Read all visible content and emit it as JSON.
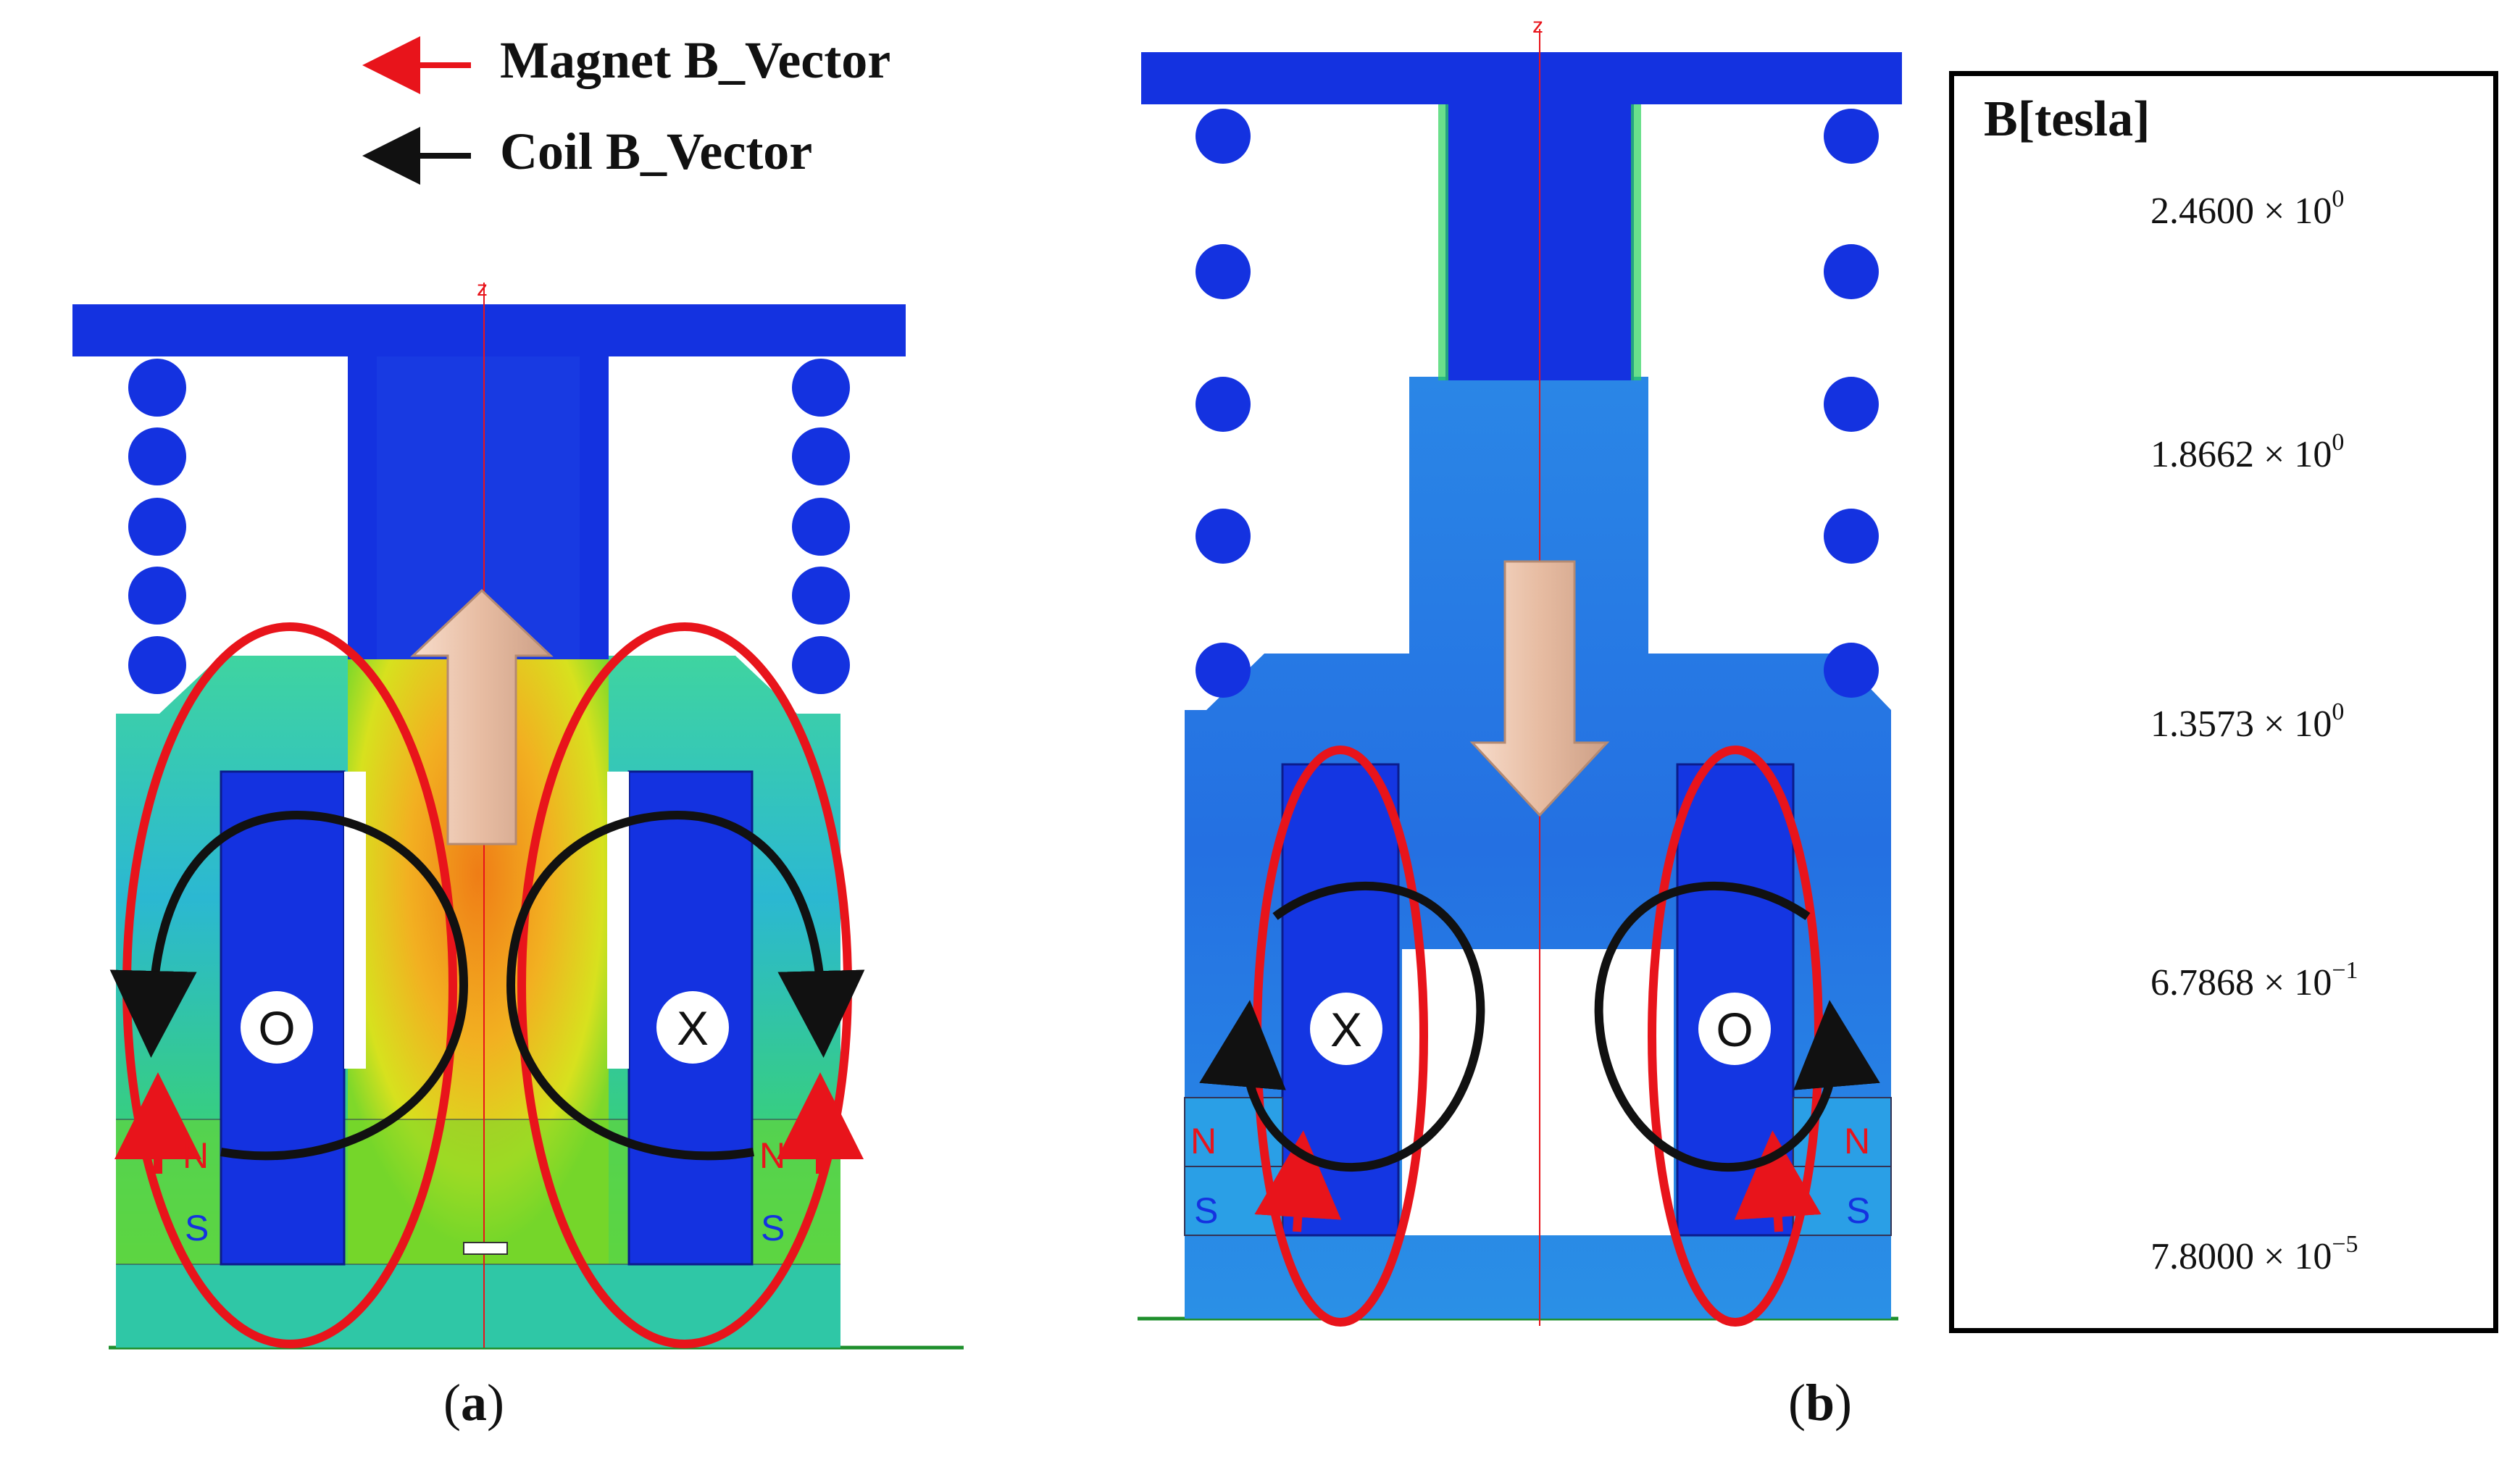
{
  "legend": {
    "magnet_label": "Magnet B_Vector",
    "coil_label": "Coil B_Vector",
    "magnet_color": "#e8141b",
    "coil_color": "#111111"
  },
  "panels": {
    "a": {
      "caption_open": "(",
      "caption_letter": "a",
      "caption_close": ")",
      "left_current_symbol": "O",
      "right_current_symbol": "X",
      "pole_n": "N",
      "pole_s": "S",
      "axis_marker": "z",
      "motion": "up"
    },
    "b": {
      "caption_open": "(",
      "caption_letter": "b",
      "caption_close": ")",
      "left_current_symbol": "X",
      "right_current_symbol": "O",
      "pole_n": "N",
      "pole_s": "S",
      "axis_marker": "z",
      "motion": "down"
    }
  },
  "colorbar": {
    "title": "B[tesla]",
    "ticks": [
      {
        "mantissa": "2.4600 × 10",
        "exp": "0"
      },
      {
        "mantissa": "1.8662 × 10",
        "exp": "0"
      },
      {
        "mantissa": "1.3573 × 10",
        "exp": "0"
      },
      {
        "mantissa": "6.7868 × 10",
        "exp": "−1"
      },
      {
        "mantissa": "7.8000 × 10",
        "exp": "−5"
      }
    ],
    "colors": [
      "#e80a0a",
      "#f14a0a",
      "#f7870d",
      "#f8c40f",
      "#e6ef10",
      "#9ee912",
      "#2fd81a",
      "#14d65e",
      "#13d8b1",
      "#13b4e7",
      "#1e7fe8",
      "#1b50e6",
      "#1428df"
    ]
  }
}
